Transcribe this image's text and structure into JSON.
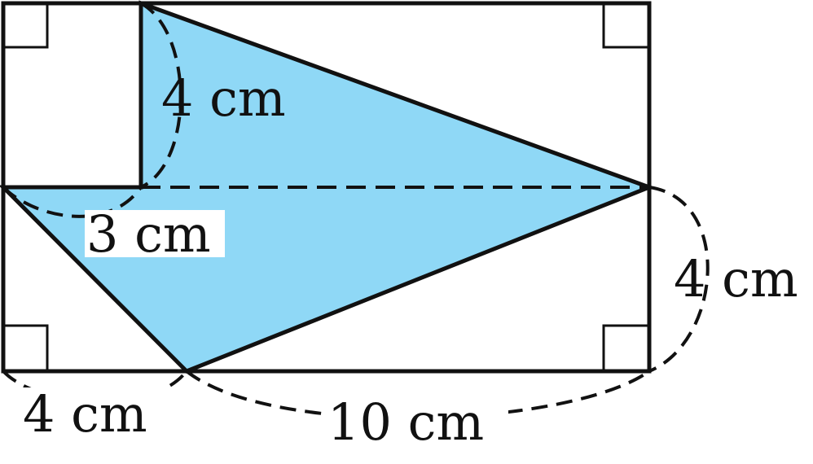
{
  "colors": {
    "shape_fill": "#8fd8f6",
    "line": "#111111",
    "background": "#ffffff"
  },
  "labels": {
    "top_vertical": "4 cm",
    "left_horizontal": "3 cm",
    "right_vertical": "4 cm",
    "bottom_left": "4 cm",
    "bottom_right": "10 cm"
  }
}
